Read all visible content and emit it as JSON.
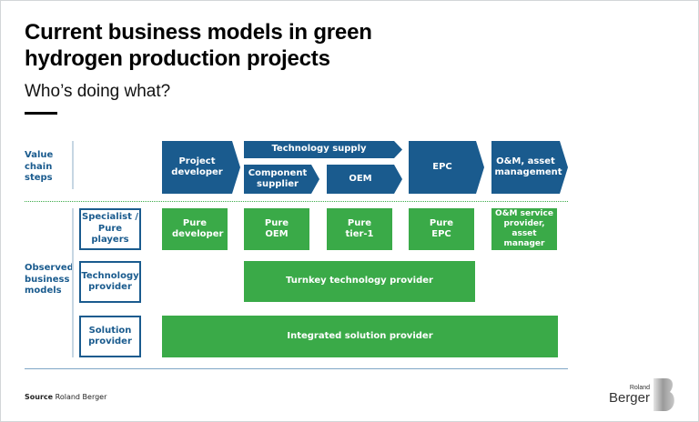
{
  "title": "Current business models in green hydrogen production projects",
  "subtitle": "Who’s doing what?",
  "row_labels": {
    "value_chain": "Value chain steps",
    "observed": "Observed business models"
  },
  "value_chain_steps": {
    "project_developer": "Project developer",
    "technology_supply": "Technology supply",
    "component_supplier": "Component supplier",
    "oem": "OEM",
    "epc": "EPC",
    "om": "O&M, asset management"
  },
  "business_models": [
    {
      "label": "Specialist / Pure players",
      "cells": [
        "Pure developer",
        "Pure OEM",
        "Pure tier-1",
        "Pure EPC",
        "O&M service provider, asset manager"
      ]
    },
    {
      "label": "Technology provider",
      "cells": [
        "Turnkey technology provider"
      ]
    },
    {
      "label": "Solution provider",
      "cells": [
        "Integrated solution provider"
      ]
    }
  ],
  "source": {
    "prefix": "Source",
    "text": "Roland Berger"
  },
  "logo": {
    "small": "Roland",
    "large": "Berger"
  },
  "colors": {
    "navy": "#1a5b8e",
    "green": "#3aaa48"
  }
}
